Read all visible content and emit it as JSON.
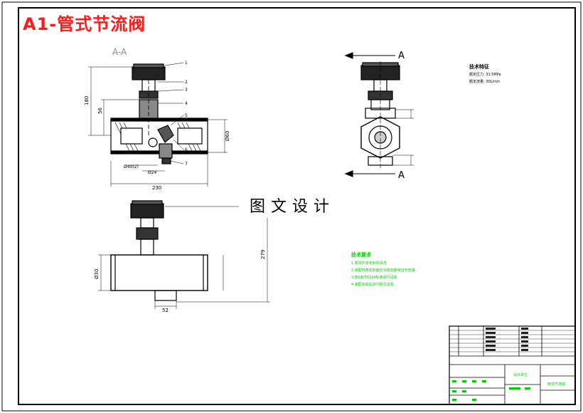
{
  "drawing": {
    "title": "A1-管式节流阀",
    "section_label": "A-A",
    "section_arrow_top": "A",
    "section_arrow_bottom": "A",
    "watermark": "图文设计"
  },
  "dimensions": {
    "d_180": "180",
    "d_56": "56",
    "d_phi60": "Ø60",
    "d_phi40": "Ø40(2)",
    "d_phi24": "Ø24",
    "d_230": "230",
    "d_279": "279",
    "d_phi30": "Ø30",
    "d_52": "52"
  },
  "part_numbers": [
    "1",
    "2",
    "3",
    "4",
    "5",
    "6",
    "7"
  ],
  "tech_specs": {
    "heading": "技术特征",
    "line1": "额定压力: 31.5MPa",
    "line2": "额定流量: 30L/min"
  },
  "tech_requirements": {
    "heading": "技术要求",
    "items": [
      "1.各零件去毛刺并清洗",
      "2.装配时各密封面应涂密封胶保证无泄漏",
      "3.按GB/T1184标准进行试验",
      "4.装配完成后进行耐压试验"
    ]
  },
  "title_block": {
    "company": "设计单位",
    "drawing_name": "管式节流阀"
  },
  "colors": {
    "line": "#000000",
    "dim": "#000000",
    "title_red": "#ff1a1a",
    "green_text": "#00cc00"
  }
}
